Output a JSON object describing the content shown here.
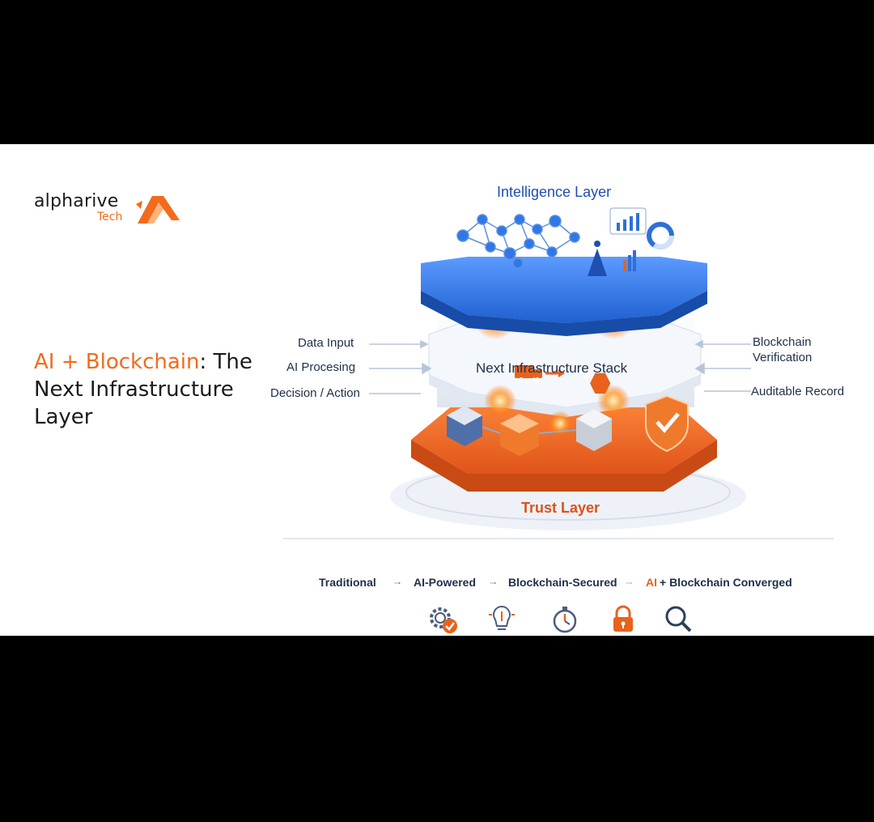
{
  "brand": {
    "name": "alpharive",
    "sub": "Tech",
    "accent_color": "#f26b1d"
  },
  "headline": {
    "accent": "AI + Blockchain",
    "rest": ": The Next Infrastructure Layer"
  },
  "diagram": {
    "top_layer": "Intelligence Layer",
    "middle_layer": "Next Infrastructure Stack",
    "bottom_layer": "Trust Layer",
    "left_labels": [
      "Data Input",
      "AI Procesing",
      "Decision / Action"
    ],
    "right_labels": [
      "Blockchain Verification",
      "Auditable Record"
    ],
    "top_color": "#2f6fd8",
    "bottom_color": "#e8621c"
  },
  "evolution": {
    "steps": [
      "Traditional",
      "AI-Powered",
      "Blockchain-Secured"
    ],
    "final_accent": "AI",
    "final_rest": "+ Blockchain Converged"
  },
  "icons": [
    "gear-check-icon",
    "lightbulb-icon",
    "stopwatch-icon",
    "padlock-icon",
    "magnifier-icon"
  ]
}
